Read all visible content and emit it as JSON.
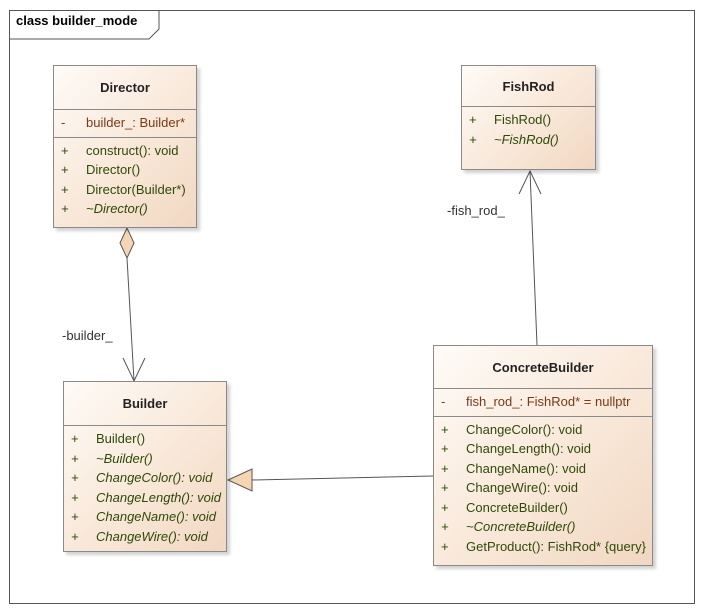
{
  "frame": {
    "title": "class builder_mode"
  },
  "classes": {
    "director": {
      "name": "Director",
      "attributes": [
        {
          "vis": "-",
          "text": "builder_: Builder*"
        }
      ],
      "operations": [
        {
          "vis": "+",
          "text": "construct(): void"
        },
        {
          "vis": "+",
          "text": "Director()"
        },
        {
          "vis": "+",
          "text": "Director(Builder*)"
        },
        {
          "vis": "+",
          "text": "~Director()"
        }
      ]
    },
    "fishrod": {
      "name": "FishRod",
      "operations": [
        {
          "vis": "+",
          "text": "FishRod()"
        },
        {
          "vis": "+",
          "text": "~FishRod()"
        }
      ]
    },
    "builder": {
      "name": "Builder",
      "operations": [
        {
          "vis": "+",
          "text": "Builder()"
        },
        {
          "vis": "+",
          "text": "~Builder()"
        },
        {
          "vis": "+",
          "text": "ChangeColor(): void"
        },
        {
          "vis": "+",
          "text": "ChangeLength(): void"
        },
        {
          "vis": "+",
          "text": "ChangeName(): void"
        },
        {
          "vis": "+",
          "text": "ChangeWire(): void"
        }
      ]
    },
    "concrete": {
      "name": "ConcreteBuilder",
      "attributes": [
        {
          "vis": "-",
          "text": "fish_rod_: FishRod* = nullptr"
        }
      ],
      "operations": [
        {
          "vis": "+",
          "text": "ChangeColor(): void"
        },
        {
          "vis": "+",
          "text": "ChangeLength(): void"
        },
        {
          "vis": "+",
          "text": "ChangeName(): void"
        },
        {
          "vis": "+",
          "text": "ChangeWire(): void"
        },
        {
          "vis": "+",
          "text": "ConcreteBuilder()"
        },
        {
          "vis": "+",
          "text": "~ConcreteBuilder()"
        },
        {
          "vis": "+",
          "text": "GetProduct(): FishRod* {query}"
        }
      ]
    }
  },
  "associations": {
    "builder_role": "-builder_",
    "fish_rod_role": "-fish_rod_"
  }
}
